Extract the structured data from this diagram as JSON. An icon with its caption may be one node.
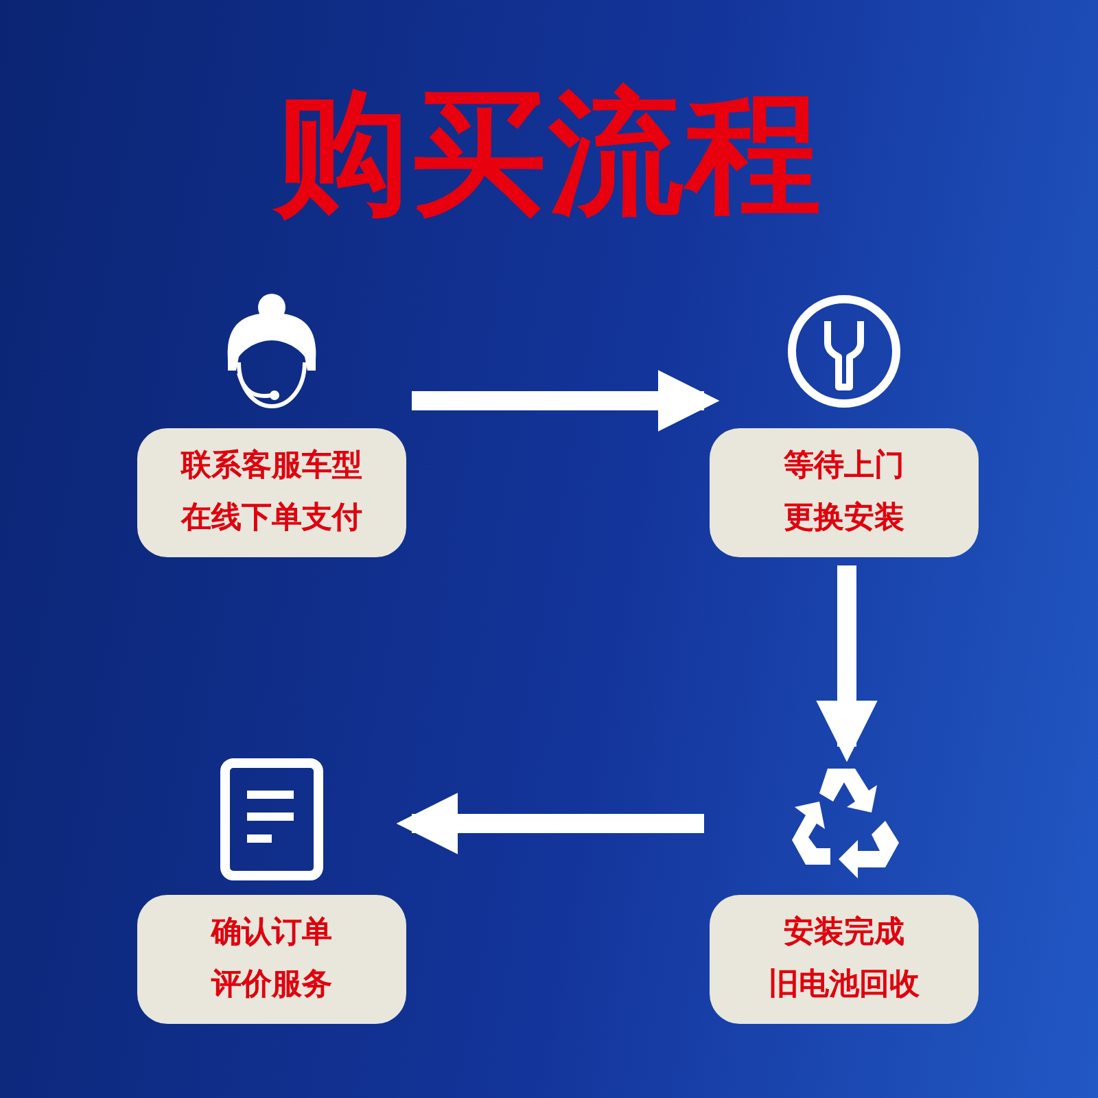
{
  "diagram": {
    "title": "购买流程",
    "nodes": [
      {
        "text": [
          "联系客服车型",
          "在线下单支付"
        ]
      },
      {
        "text": [
          "等待上门",
          "更换安装"
        ]
      },
      {
        "text": [
          "安装完成",
          "旧电池回收"
        ]
      },
      {
        "text": [
          "确认订单",
          "评价服务"
        ]
      }
    ],
    "edges": [
      {
        "from": 0,
        "to": 1,
        "arrow": "to"
      },
      {
        "from": 1,
        "to": 2,
        "arrow": "to"
      },
      {
        "from": 2,
        "to": 3,
        "arrow": "to"
      }
    ]
  }
}
